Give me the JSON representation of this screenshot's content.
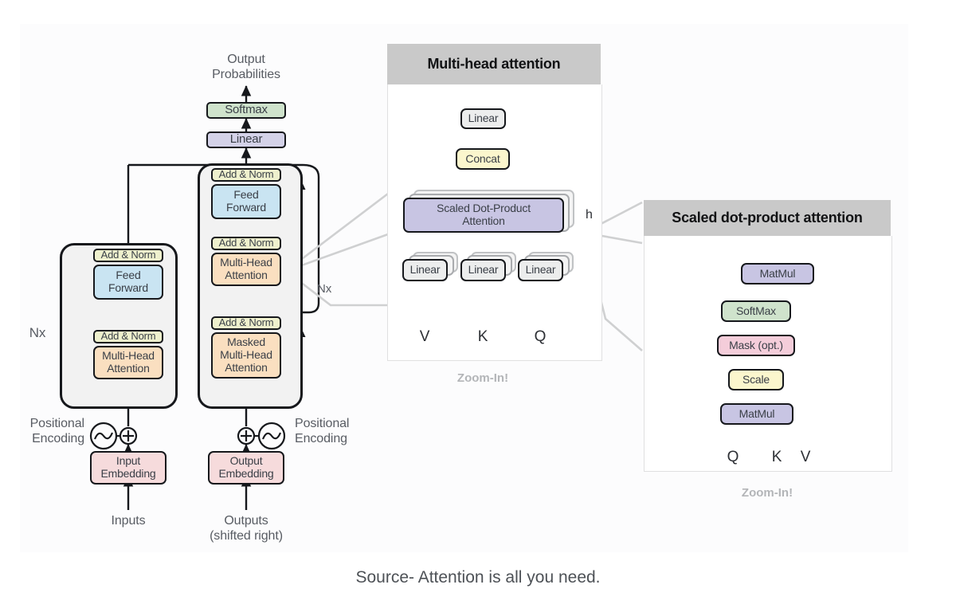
{
  "caption": "Source- Attention is all you need.",
  "colors": {
    "add_norm": "#eef0cd",
    "feed_forward": "#c9e4f2",
    "attention": "#fadfc0",
    "linear": "#d4d2e8",
    "softmax": "#cfe3cc",
    "embedding": "#f6dbdc",
    "concat": "#fbf6cd",
    "scale": "#fbf6cd",
    "mask": "#f4cdda",
    "matmul": "#c8c5e3",
    "grey_box": "#eceded",
    "panel_header": "#c9c9c9",
    "stack_fill": "#f2f2f2",
    "outline": "#16181c",
    "text": "#3a3f47",
    "connector": "#c9cacb"
  },
  "transformer": {
    "top_label": "Output\nProbabilities",
    "softmax": "Softmax",
    "linear": "Linear",
    "encoder": {
      "repeat_label": "Nx",
      "add_norm_top": "Add & Norm",
      "feed_forward": "Feed\nForward",
      "add_norm_bottom": "Add & Norm",
      "multi_head": "Multi-Head\nAttention"
    },
    "decoder": {
      "repeat_label": "Nx",
      "add_norm_top": "Add & Norm",
      "feed_forward": "Feed\nForward",
      "add_norm_mid": "Add & Norm",
      "multi_head": "Multi-Head\nAttention",
      "add_norm_bottom": "Add & Norm",
      "masked_multi_head": "Masked\nMulti-Head\nAttention"
    },
    "positional_encoding_left": "Positional\nEncoding",
    "positional_encoding_right": "Positional\nEncoding",
    "input_embedding": "Input\nEmbedding",
    "output_embedding": "Output\nEmbedding",
    "inputs": "Inputs",
    "outputs": "Outputs\n(shifted right)"
  },
  "multi_head_panel": {
    "title": "Multi-head attention",
    "zoom_caption": "Zoom-In!",
    "linear_top": "Linear",
    "concat": "Concat",
    "scaled_dot_product": "Scaled Dot-Product\nAttention",
    "heads_label": "h",
    "linear_v": "Linear",
    "linear_k": "Linear",
    "linear_q": "Linear",
    "input_v": "V",
    "input_k": "K",
    "input_q": "Q"
  },
  "scaled_panel": {
    "title": "Scaled dot-product attention",
    "zoom_caption": "Zoom-In!",
    "matmul_top": "MatMul",
    "softmax": "SoftMax",
    "mask": "Mask (opt.)",
    "scale": "Scale",
    "matmul_bottom": "MatMul",
    "input_q": "Q",
    "input_k": "K",
    "input_v": "V"
  }
}
